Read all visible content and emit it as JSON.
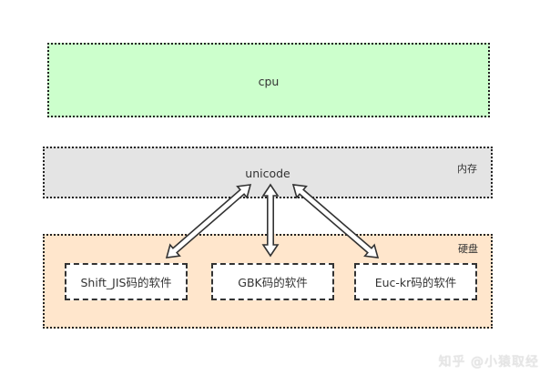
{
  "layers": {
    "cpu": {
      "label": "cpu",
      "color": "#ccffcc"
    },
    "memory": {
      "label": "unicode",
      "corner_label": "内存",
      "color": "#e4e4e4"
    },
    "disk": {
      "corner_label": "硬盘",
      "color": "#ffe6cc"
    }
  },
  "software": [
    {
      "label": "Shift_JIS码的软件"
    },
    {
      "label": "GBK码的软件"
    },
    {
      "label": "Euc-kr码的软件"
    }
  ],
  "arrows": [
    {
      "from": "unicode",
      "to": "Shift_JIS码的软件",
      "type": "bidirectional"
    },
    {
      "from": "unicode",
      "to": "GBK码的软件",
      "type": "bidirectional"
    },
    {
      "from": "unicode",
      "to": "Euc-kr码的软件",
      "type": "bidirectional"
    }
  ],
  "watermark": "知乎 @小猿取经"
}
